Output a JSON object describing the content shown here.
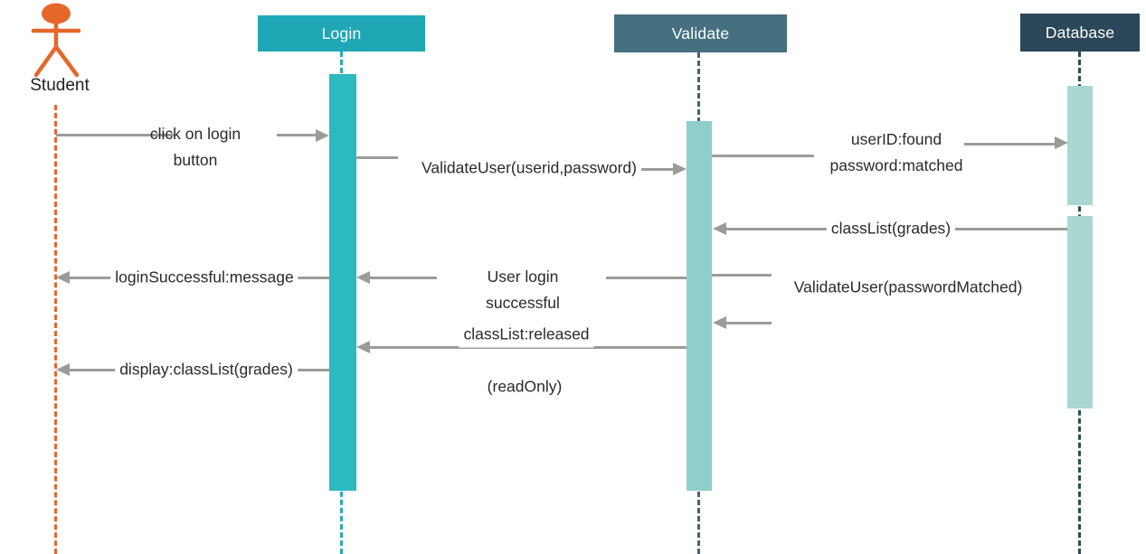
{
  "diagram": {
    "kind": "uml-sequence-diagram",
    "participants": [
      {
        "id": "student",
        "label": "Student",
        "type": "actor",
        "accent_color": "#e5672a"
      },
      {
        "id": "login",
        "label": "Login",
        "type": "lifeline",
        "header_color": "#1fa7b6",
        "activation_color": "#2cb9c0"
      },
      {
        "id": "validate",
        "label": "Validate",
        "type": "lifeline",
        "header_color": "#45707f",
        "activation_color": "#8fcecb"
      },
      {
        "id": "database",
        "label": "Database",
        "type": "lifeline",
        "header_color": "#2b4759",
        "activation_color": "#a9d7d2"
      }
    ],
    "messages": [
      {
        "from": "Student",
        "to": "Login",
        "direction": "right",
        "label": "click on login\nbutton"
      },
      {
        "from": "Login",
        "to": "Validate",
        "direction": "right",
        "label": "ValidateUser(userid,password)"
      },
      {
        "from": "Validate",
        "to": "Database",
        "direction": "right",
        "label": "userID:found\npassword:matched"
      },
      {
        "from": "Database",
        "to": "Validate",
        "direction": "left",
        "label": "classList(grades)"
      },
      {
        "from": "Login",
        "to": "Student",
        "direction": "left",
        "label": "loginSuccessful:message"
      },
      {
        "from": "Validate",
        "to": "Login",
        "direction": "left",
        "label": "User login\nsuccessful"
      },
      {
        "from": "Database",
        "to": "Validate",
        "direction": "left",
        "label": "ValidateUser(passwordMatched)"
      },
      {
        "from": "Validate",
        "to": "Login",
        "direction": "left",
        "label": "classList:released"
      },
      {
        "from": "Login",
        "to": "Student",
        "direction": "left",
        "label": "display:classList(grades)"
      }
    ],
    "annotations": [
      {
        "label": "(readOnly)"
      }
    ],
    "line_color": "#9b9b9b",
    "text_color": "#2a2a2a",
    "background_color": "#ffffff"
  }
}
